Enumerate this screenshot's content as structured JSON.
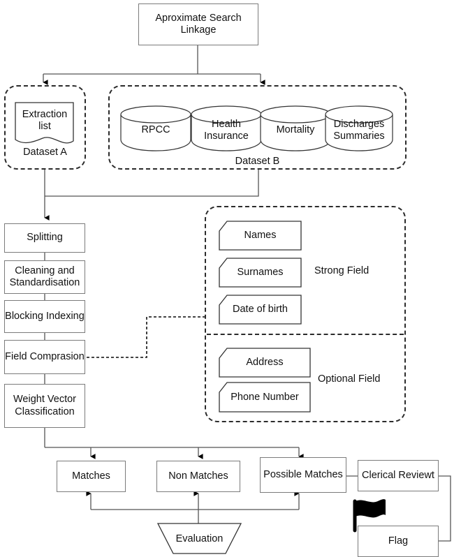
{
  "diagram": {
    "title_node": {
      "label": "Aproximate Search Linkage"
    },
    "datasets": {
      "a": {
        "group_label": "Dataset A",
        "document_label": "Extraction list"
      },
      "b": {
        "group_label": "Dataset B",
        "stores": [
          {
            "label": "RPCC"
          },
          {
            "label": "Health Insurance"
          },
          {
            "label": "Mortality"
          },
          {
            "label": "Discharges Summaries"
          }
        ]
      }
    },
    "pipeline": [
      {
        "label": "Splitting"
      },
      {
        "label": "Cleaning and Standardisation"
      },
      {
        "label": "Blocking Indexing"
      },
      {
        "label": "Field Comprasion"
      },
      {
        "label": "Weight  Vector Classification"
      }
    ],
    "fields_panel": {
      "strong": {
        "group_label": "Strong Field",
        "items": [
          {
            "label": "Names"
          },
          {
            "label": "Surnames"
          },
          {
            "label": "Date of birth"
          }
        ]
      },
      "optional": {
        "group_label": "Optional Field",
        "items": [
          {
            "label": "Address"
          },
          {
            "label": "Phone Number"
          }
        ]
      }
    },
    "outcomes": [
      {
        "label": "Matches"
      },
      {
        "label": "Non Matches"
      },
      {
        "label": "Possible Matches"
      },
      {
        "label": "Clerical Reviewt"
      }
    ],
    "evaluation": {
      "label": "Evaluation"
    },
    "flag": {
      "label": "Flag",
      "icon": "flag-icon"
    },
    "colors": {
      "node_border": "#7b7b7b",
      "group_border": "#2b2b2b",
      "connector": "#555555",
      "text": "#111111",
      "background": "#ffffff"
    }
  }
}
